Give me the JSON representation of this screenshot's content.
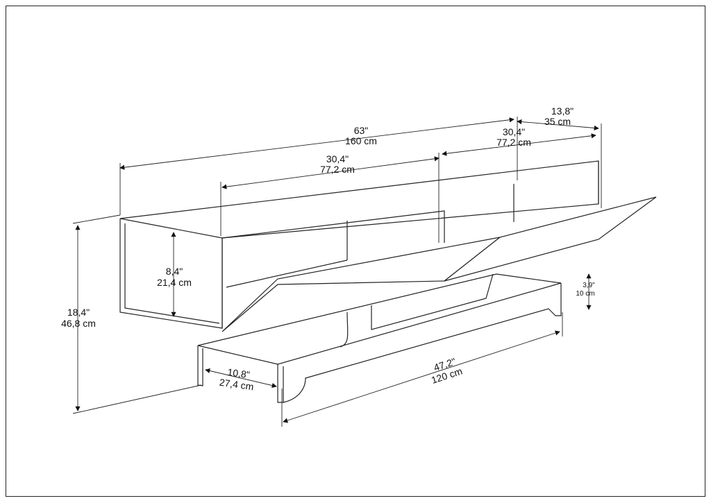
{
  "diagram": {
    "subject": "TV stand technical drawing",
    "dimensions": {
      "total_width": {
        "inch": "63\"",
        "cm": "160 cm"
      },
      "shelf_left_width": {
        "inch": "30,4\"",
        "cm": "77,2 cm"
      },
      "shelf_right_width": {
        "inch": "30,4\"",
        "cm": "77,2 cm"
      },
      "depth": {
        "inch": "13,8\"",
        "cm": "35 cm"
      },
      "compartment_height": {
        "inch": "8,4\"",
        "cm": "21,4 cm"
      },
      "total_height": {
        "inch": "18,4\"",
        "cm": "46,8 cm"
      },
      "base_depth": {
        "inch": "10,8\"",
        "cm": "27,4 cm"
      },
      "base_width": {
        "inch": "47,2\"",
        "cm": "120 cm"
      },
      "base_height": {
        "inch": "3,9\"",
        "cm": "10 cm"
      }
    }
  }
}
